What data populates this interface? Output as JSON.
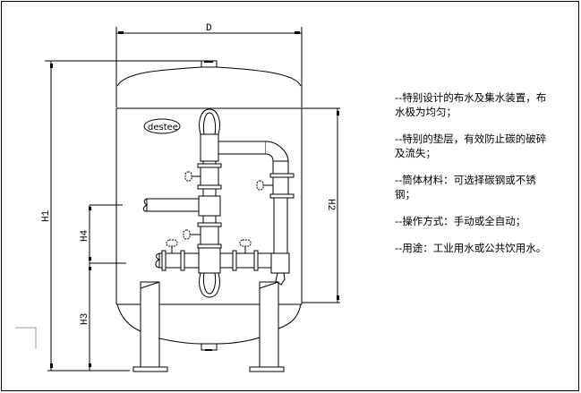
{
  "diagram": {
    "title": "Filter tank general arrangement",
    "logo_text": "destee",
    "dimensions": {
      "diameter_label": "D",
      "overall_height_label": "H1",
      "h2_label": "H2",
      "h3_label": "H3",
      "h4_label": "H4"
    },
    "colors": {
      "line": "#000000",
      "background": "#ffffff"
    }
  },
  "notes": [
    {
      "text": "--特别设计的布水及集水装置，布水极为均匀；"
    },
    {
      "text": "--特别的垫层，有效防止碳的破碎及流失；"
    },
    {
      "text": "--筒体材料：可选择碳钢或不锈钢；"
    },
    {
      "text": "--操作方式：手动或全自动；"
    },
    {
      "text": "--用途：工业用水或公共饮用水。"
    }
  ]
}
